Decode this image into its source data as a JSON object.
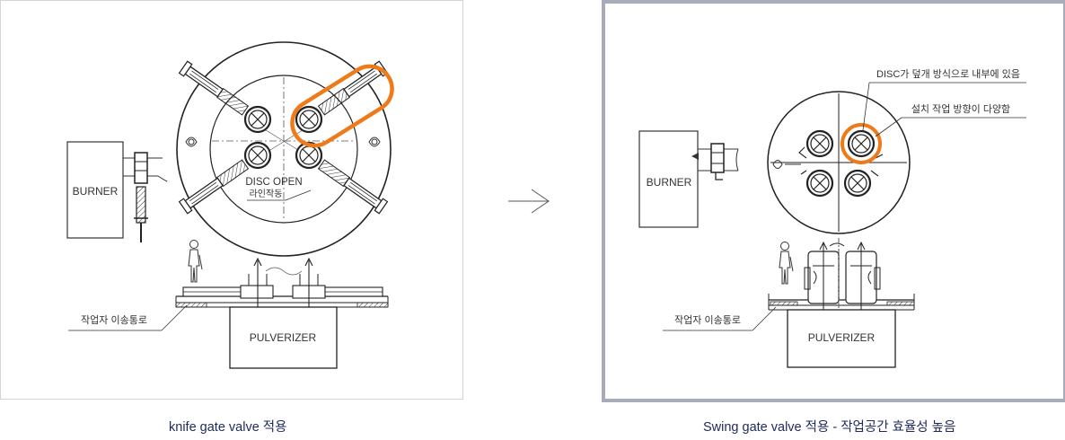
{
  "left": {
    "caption": "knife gate valve 적용",
    "burner": "BURNER",
    "pulverizer": "PULVERIZER",
    "disc_open": "DISC OPEN",
    "line_action": "라인작동",
    "walkway": "작업자 이송통로"
  },
  "right": {
    "caption": "Swing gate valve 적용 - 작업공간 효율성 높음",
    "burner": "BURNER",
    "pulverizer": "PULVERIZER",
    "note1": "DISC가 덮개 방식으로 내부에 있음",
    "note2": "설치 작업 방향이 다양함",
    "walkway": "작업자 이송통로"
  },
  "colors": {
    "highlight": "#ef7a1a",
    "frame": "#a9abb9",
    "caption": "#1f2a5c"
  }
}
